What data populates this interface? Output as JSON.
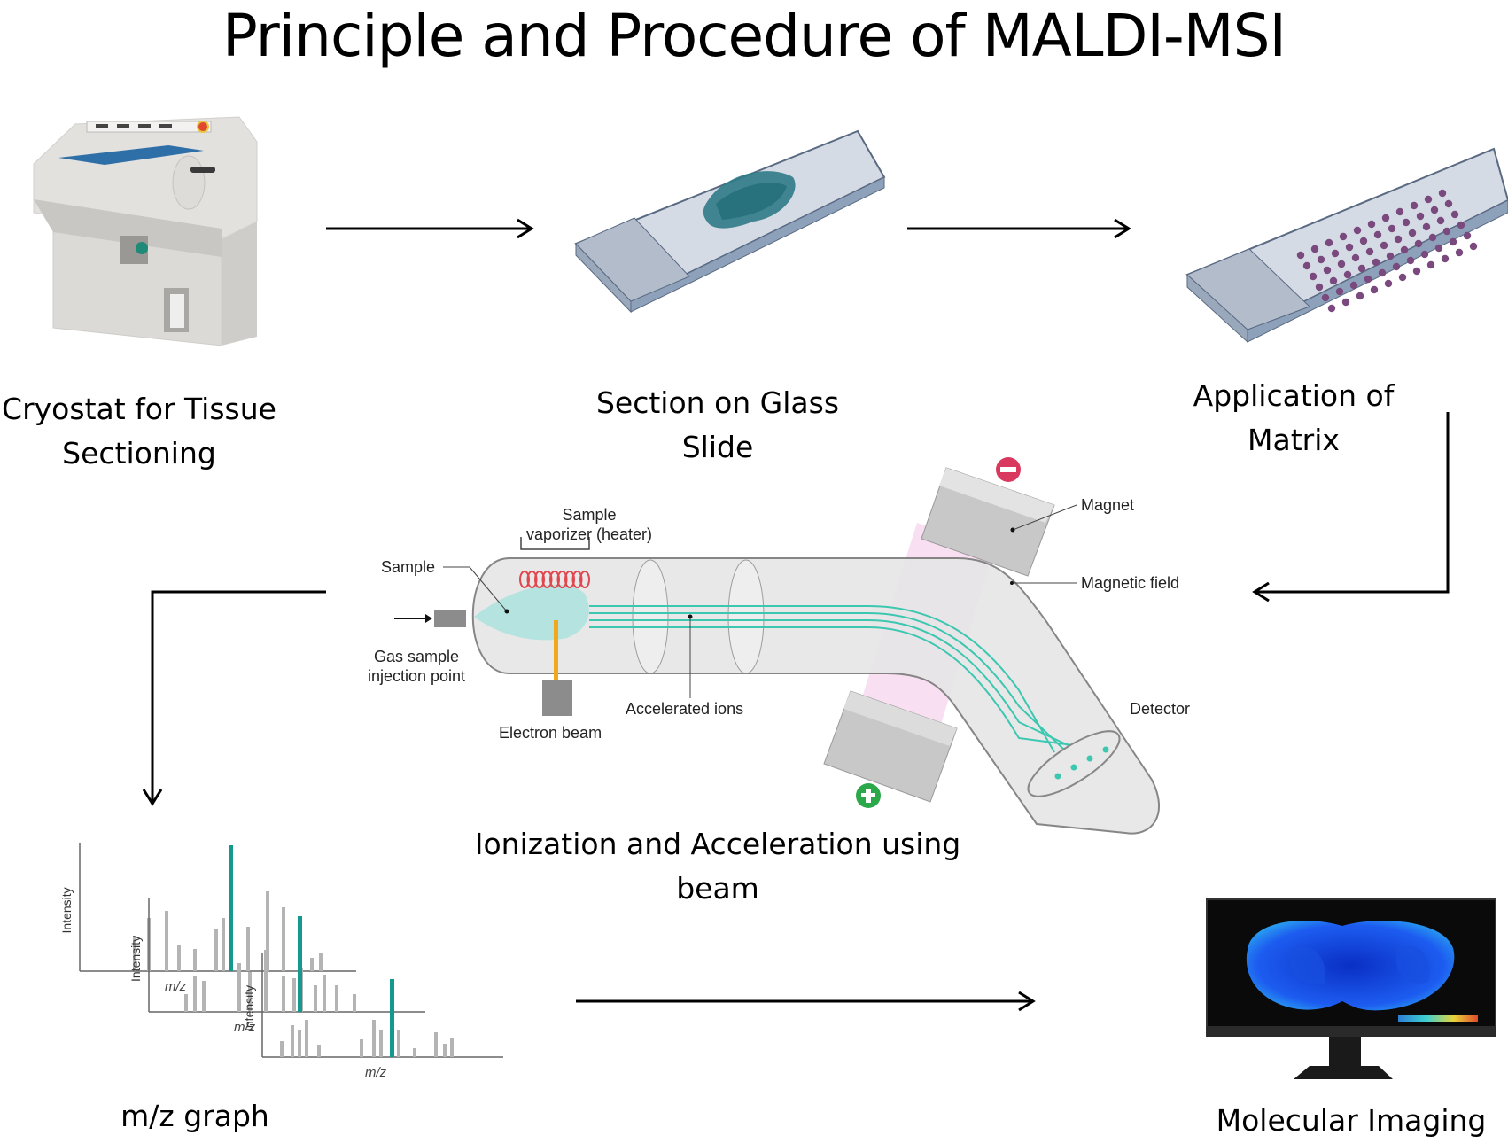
{
  "title": "Principle and Procedure of MALDI-MSI",
  "steps": [
    {
      "id": "cryostat",
      "label_lines": [
        "Cryostat for Tissue",
        "Sectioning"
      ]
    },
    {
      "id": "glass-slide",
      "label_lines": [
        "Section on Glass",
        "Slide"
      ]
    },
    {
      "id": "matrix",
      "label_lines": [
        "Application of",
        "Matrix"
      ]
    },
    {
      "id": "ionization",
      "label_lines": [
        "Ionization and Acceleration using",
        "beam"
      ]
    },
    {
      "id": "mz-graph",
      "label_lines": [
        "m/z graph"
      ]
    },
    {
      "id": "molecular-imaging",
      "label_lines": [
        "Molecular Imaging"
      ]
    }
  ],
  "mass_spec_diagram": {
    "sample": "Sample",
    "vaporizer_line1": "Sample",
    "vaporizer_line2": "vaporizer (heater)",
    "injection_line1": "Gas sample",
    "injection_line2": "injection point",
    "electron_beam": "Electron beam",
    "accelerated_ions": "Accelerated ions",
    "magnet": "Magnet",
    "magnetic_field": "Magnetic field",
    "detector": "Detector",
    "negative_pole": "−",
    "positive_pole": "+"
  },
  "spectra": {
    "ylabel": "Intensity",
    "xlabel": "m/z"
  },
  "colors": {
    "accent_teal": "#14998f",
    "ion_beam": "#3cc7b0",
    "magnet_field": "#f7d9ef",
    "minus_pole": "#d9395f",
    "plus_pole": "#2ba84a",
    "electron_beam": "#f2a81d",
    "heater_coil": "#e0474f",
    "matrix_dot": "#7a4a7e",
    "tissue": "#2f7a86"
  },
  "icons": {
    "arrow_right": "arrow-right-icon",
    "arrow_down": "arrow-down-icon",
    "arrow_left": "arrow-left-icon"
  }
}
